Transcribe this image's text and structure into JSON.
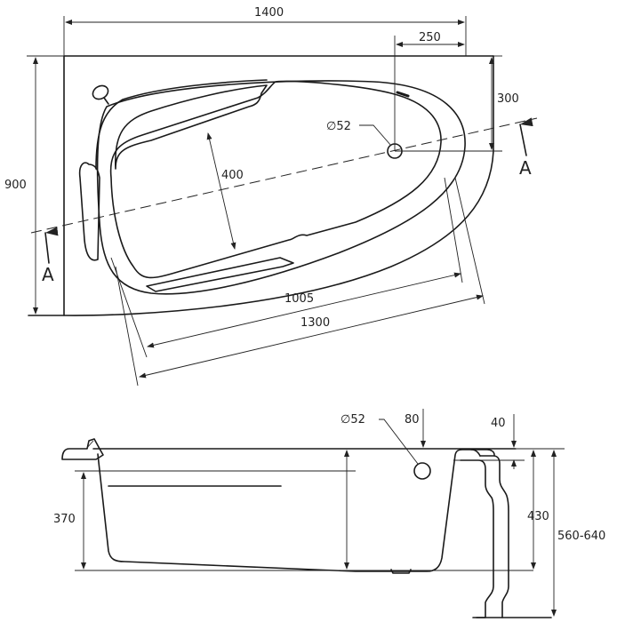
{
  "drawing": {
    "title": "Corner bathtub dimension drawing",
    "line_color": "#1a1a1a",
    "background": "#ffffff"
  },
  "top_view": {
    "dimensions": {
      "overall_length": "1400",
      "drain_offset_x": "250",
      "drain_offset_y": "300",
      "overall_width": "900",
      "inner_width": "400",
      "inner_length": "1005",
      "diagonal_length": "1300",
      "drain_diameter": "∅52"
    },
    "section_marks": {
      "left": "A",
      "right": "A"
    }
  },
  "section_view": {
    "dimensions": {
      "drain_diameter": "∅52",
      "overflow_offset": "80",
      "rim_thickness": "40",
      "inner_depth": "370",
      "outer_depth": "430",
      "total_height": "560-640"
    }
  }
}
